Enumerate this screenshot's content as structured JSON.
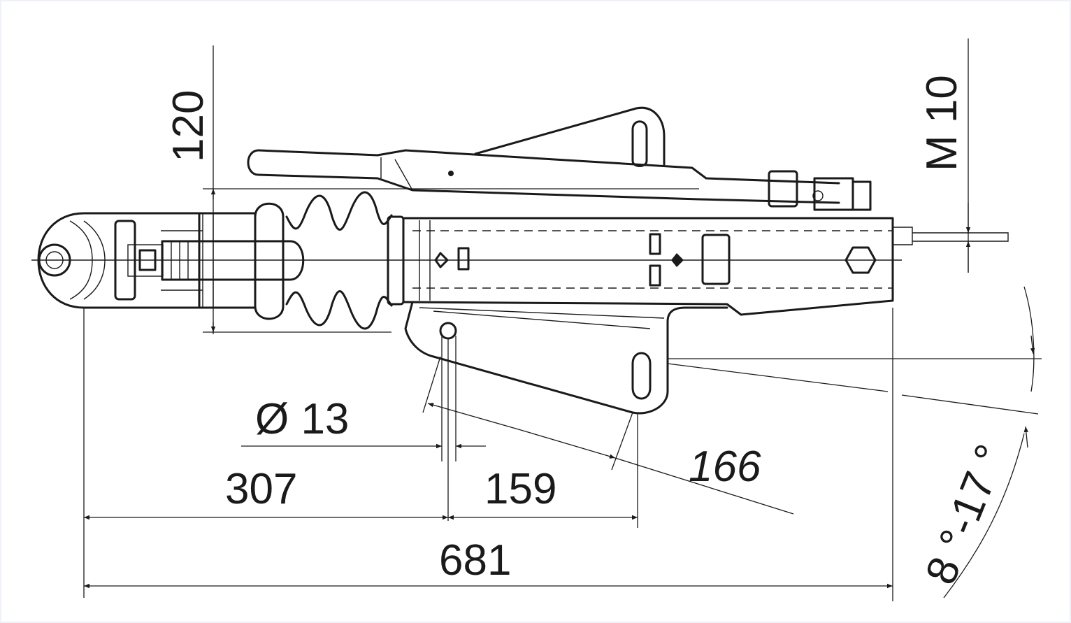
{
  "drawing": {
    "background": "#ffffff",
    "line_color": "#1a1a1a",
    "page_border_color": "#eef2f6"
  },
  "dimensions": {
    "height": "120",
    "thread": "M 10",
    "hole_diameter": "Ø  13",
    "overall_length": "681",
    "ball_to_hole": "307",
    "hole_spacing": "159",
    "slot_spacing": "166",
    "angle_range": "8 °-17 °"
  }
}
